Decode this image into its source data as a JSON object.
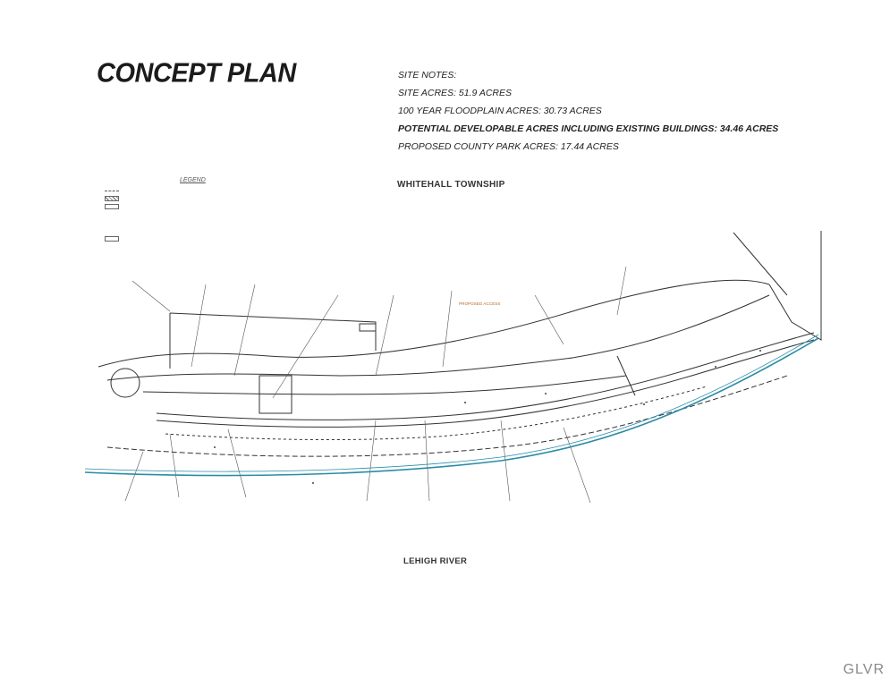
{
  "title": "CONCEPT PLAN",
  "site_notes": {
    "heading": "SITE NOTES:",
    "site_acres": "SITE ACRES: 51.9 ACRES",
    "floodplain": "100 YEAR FLOODPLAIN ACRES: 30.73 ACRES",
    "developable": "POTENTIAL DEVELOPABLE ACRES INCLUDING EXISTING BUILDINGS: 34.46 ACRES",
    "county_park": "PROPOSED COUNTY PARK ACRES: 17.44 ACRES"
  },
  "township": "WHITEHALL TOWNSHIP",
  "legend": {
    "title": "LEGEND",
    "items": [
      "",
      "",
      "",
      "",
      "",
      ""
    ]
  },
  "plan_labels": {
    "top": [
      "",
      "",
      "",
      "",
      "",
      "",
      "PROPOSED ACCESS",
      "",
      ""
    ],
    "bottom": [
      "",
      "",
      "",
      "",
      "",
      "",
      ""
    ]
  },
  "colors": {
    "river": "#2b8ca6",
    "linework": "#333333",
    "accent": "#b5651d"
  },
  "river_label": "LEHIGH RIVER",
  "watermark": "GLVR"
}
